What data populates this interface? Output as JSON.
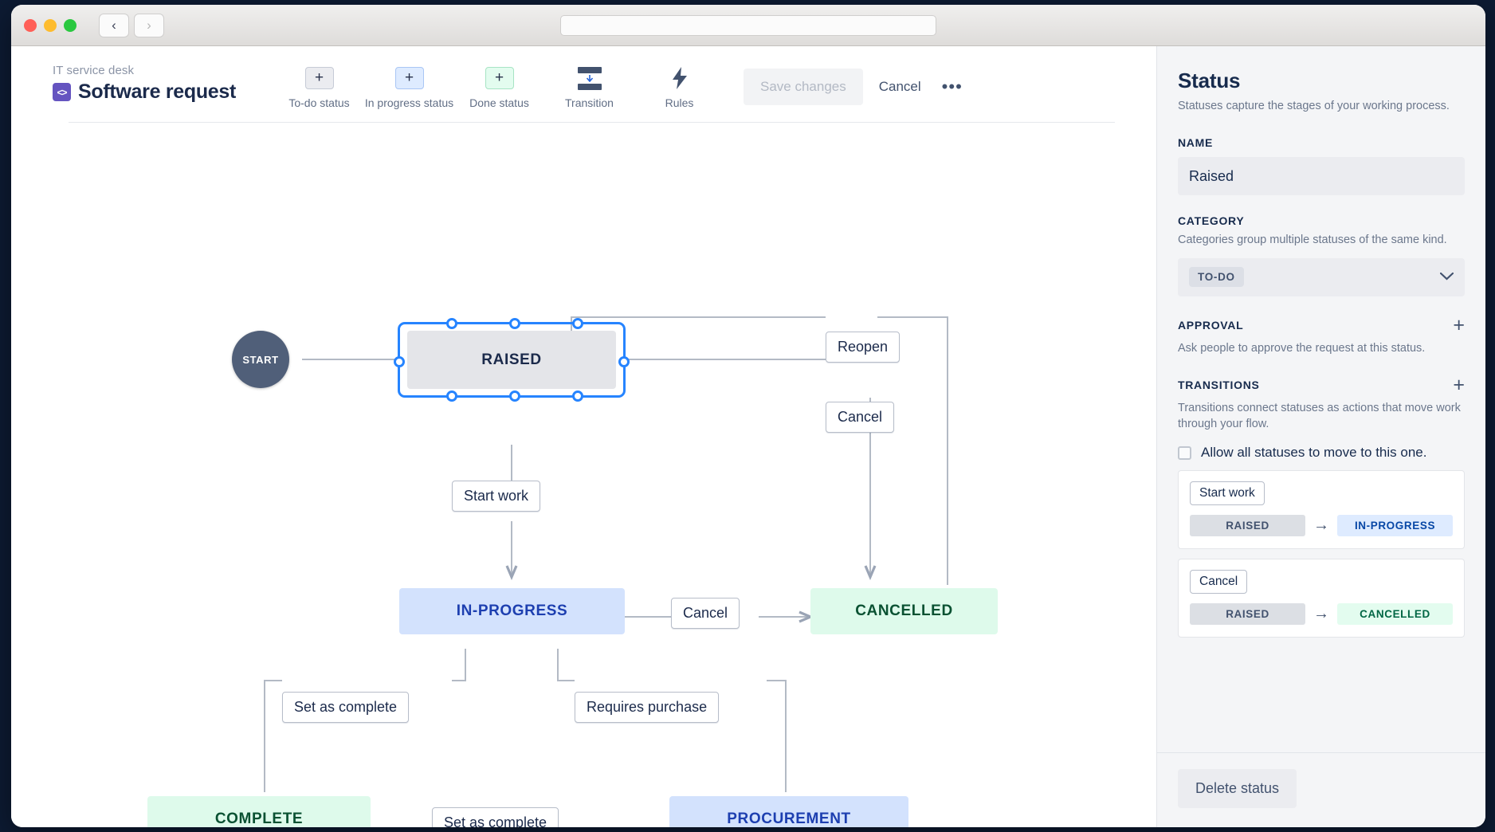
{
  "titlebar": {
    "back_icon": "chevron-left-icon",
    "forward_icon": "chevron-right-icon",
    "url_value": ""
  },
  "header": {
    "breadcrumb": "IT service desk",
    "title": "Software request",
    "app_icon_glyph": "<>",
    "tools": [
      {
        "glyph": "+",
        "label": "To-do status",
        "kind": "todo",
        "name": "add-todo-status"
      },
      {
        "glyph": "+",
        "label": "In progress status",
        "kind": "prog",
        "name": "add-in-progress-status"
      },
      {
        "glyph": "+",
        "label": "Done status",
        "kind": "done",
        "name": "add-done-status"
      },
      {
        "glyph": "",
        "label": "Transition",
        "kind": "transition",
        "name": "add-transition"
      },
      {
        "glyph": "⚡",
        "label": "Rules",
        "kind": "rules",
        "name": "rules"
      }
    ],
    "save_label": "Save changes",
    "cancel_label": "Cancel",
    "more_label": "•••"
  },
  "diagram": {
    "start_label": "START",
    "nodes": [
      {
        "label": "RAISED",
        "category": "todo",
        "selected": true
      },
      {
        "label": "IN-PROGRESS",
        "category": "prog",
        "selected": false
      },
      {
        "label": "CANCELLED",
        "category": "done",
        "selected": false
      },
      {
        "label": "COMPLETE",
        "category": "done",
        "selected": false
      },
      {
        "label": "PROCUREMENT",
        "category": "prog",
        "selected": false
      }
    ],
    "edges": [
      {
        "label": "Reopen",
        "from": "CANCELLED",
        "to": "RAISED"
      },
      {
        "label": "Cancel",
        "from": "RAISED",
        "to": "CANCELLED"
      },
      {
        "label": "Start work",
        "from": "RAISED",
        "to": "IN-PROGRESS"
      },
      {
        "label": "Cancel",
        "from": "IN-PROGRESS",
        "to": "CANCELLED"
      },
      {
        "label": "Set as complete",
        "from": "IN-PROGRESS",
        "to": "COMPLETE"
      },
      {
        "label": "Requires purchase",
        "from": "IN-PROGRESS",
        "to": "PROCUREMENT"
      },
      {
        "label": "Set as complete",
        "from": "PROCUREMENT",
        "to": "COMPLETE"
      }
    ]
  },
  "panel": {
    "title": "Status",
    "subtitle": "Statuses capture the stages of your working process.",
    "name_label": "NAME",
    "name_value": "Raised",
    "category_label": "CATEGORY",
    "category_desc": "Categories group multiple statuses of the same kind.",
    "category_value": "TO-DO",
    "chevron_glyph": "⌄",
    "approval_label": "APPROVAL",
    "approval_desc": "Ask people to approve the request at this status.",
    "approval_add": "+",
    "transitions_label": "TRANSITIONS",
    "transitions_desc": "Transitions connect statuses as actions that move work through your flow.",
    "transitions_add": "+",
    "allow_all_label": "Allow all statuses to move to this one.",
    "allow_all_checked": false,
    "transitions": [
      {
        "name": "Start work",
        "from": "RAISED",
        "from_kind": "todo",
        "to": "IN-PROGRESS",
        "to_kind": "prog",
        "arrow": "→"
      },
      {
        "name": "Cancel",
        "from": "RAISED",
        "from_kind": "todo",
        "to": "CANCELLED",
        "to_kind": "done",
        "arrow": "→"
      }
    ],
    "delete_label": "Delete status"
  },
  "colors": {
    "accent": "#2684ff",
    "todo_bg": "#e4e5e9",
    "prog_bg": "#d3e2fd",
    "done_bg": "#defaeb",
    "brand": "#6554c0"
  }
}
